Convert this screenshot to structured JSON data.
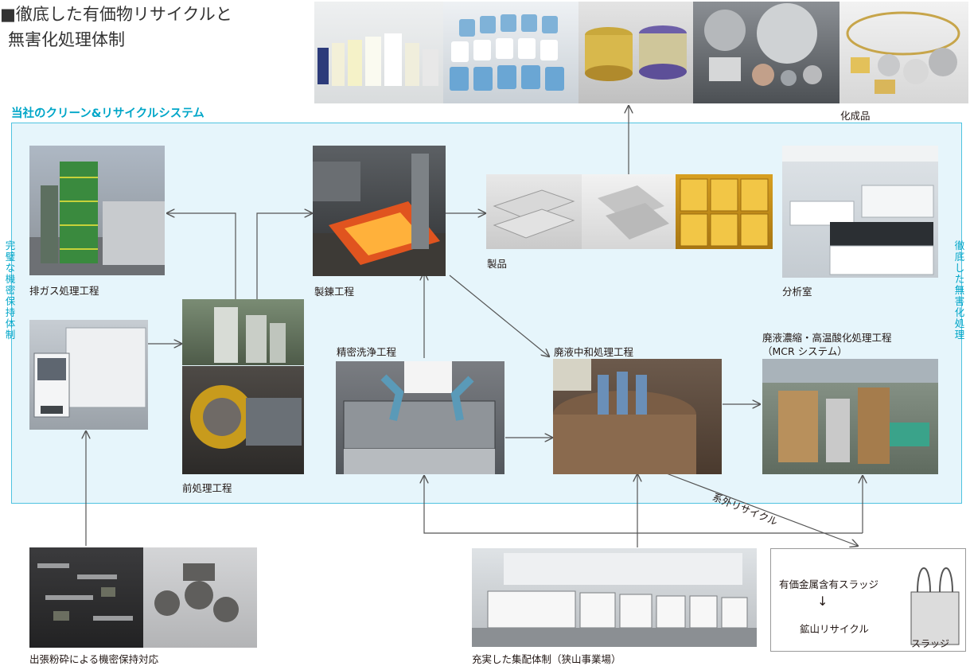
{
  "heading": {
    "line1": "■徹底した有価物リサイクルと",
    "line2": "無害化処理体制"
  },
  "system_title": "当社のクリーン&リサイクルシステム",
  "side_left": "完璧な機密保持体制",
  "side_right": "徹底した無害化処理",
  "captions": {
    "chemicals": "化成品",
    "exhaust": "排ガス処理工程",
    "smelting": "製錬工程",
    "products": "製品",
    "lab": "分析室",
    "pretreat": "前処理工程",
    "washing": "精密洗浄工程",
    "neutral": "廃液中和処理工程",
    "mcr1": "廃液濃縮・高温酸化処理工程",
    "mcr2": "（MCR システム）",
    "external": "系外リサイクル",
    "crush": "出張粉砕による機密保持対応",
    "fleet": "充実した集配体制（狭山事業場）"
  },
  "sludge": {
    "item": "有価金属含有スラッジ",
    "arrow": "↓",
    "dest": "鉱山リサイクル",
    "bag_label": "スラッジ"
  },
  "colors": {
    "accent": "#00a6c8",
    "panel": "#e6f5fb",
    "line": "#555555"
  }
}
